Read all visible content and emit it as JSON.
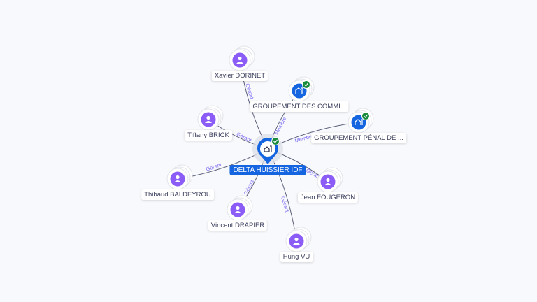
{
  "center": {
    "label": "DELTA HUISSIER IDF",
    "type": "company",
    "verified": true
  },
  "nodes": [
    {
      "label": "Xavier DORINET",
      "type": "person",
      "relation": "Gérant"
    },
    {
      "label": "GROUPEMENT DES COMMI...",
      "type": "company",
      "verified": true,
      "relation": "Membre"
    },
    {
      "label": "Tiffany BRICK",
      "type": "person",
      "relation": "Gérant"
    },
    {
      "label": "GROUPEMENT PÉNAL DE ...",
      "type": "company",
      "verified": true,
      "relation": "Membre"
    },
    {
      "label": "Thibaud BALDEYROU",
      "type": "person",
      "relation": "Gérant"
    },
    {
      "label": "Jean FOUGERON",
      "type": "person",
      "relation": "Gérant"
    },
    {
      "label": "Vincent DRAPIER",
      "type": "person",
      "relation": "Gérant"
    },
    {
      "label": "Hung VU",
      "type": "person",
      "relation": "Gérant"
    }
  ],
  "colors": {
    "person": "#8b5cf6",
    "company": "#1565e0",
    "verified": "#1a8a3c",
    "edge": "#5b5f7a",
    "edge_label": "#7c6cf0"
  }
}
